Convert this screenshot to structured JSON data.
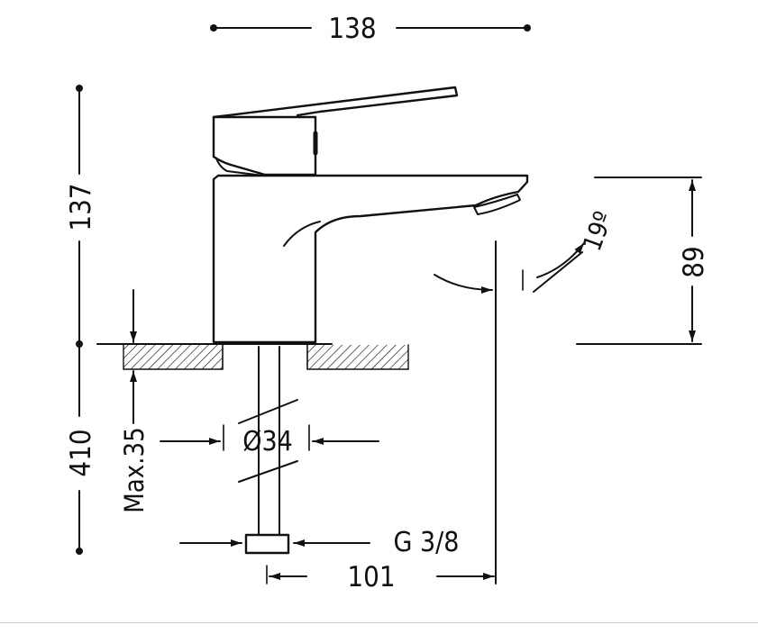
{
  "dimensions": {
    "width_top": "138",
    "height_total": "137",
    "below_counter": "410",
    "max_thickness": "Max.35",
    "hole_diameter": "Ø34",
    "spout_height": "89",
    "spout_angle": "19º",
    "thread": "G 3/8",
    "reach": "101"
  },
  "colors": {
    "line": "#111111",
    "rule": "#cfcfcf"
  }
}
